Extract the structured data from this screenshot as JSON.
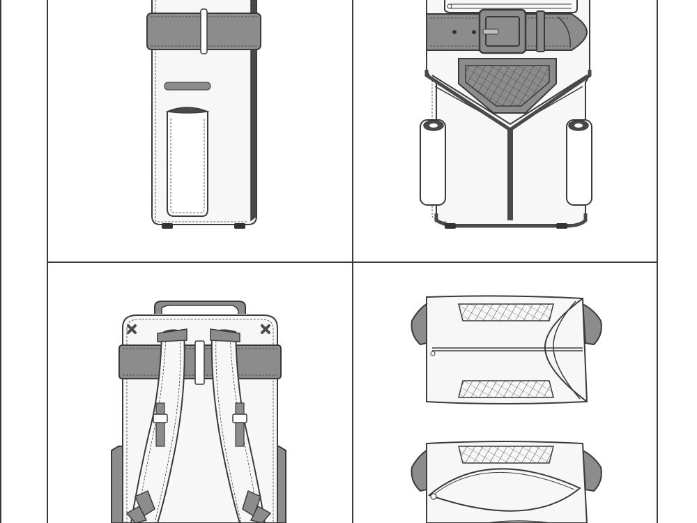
{
  "sheet": {
    "panels": [
      {
        "view": "side"
      },
      {
        "view": "front"
      },
      {
        "view": "back"
      },
      {
        "view": "top"
      }
    ]
  },
  "colors": {
    "line": "#3a3a3a",
    "gray": "#8c8c8c",
    "dark": "#4a4a4a",
    "fill": "#f7f7f7",
    "paper": "#ffffff"
  }
}
